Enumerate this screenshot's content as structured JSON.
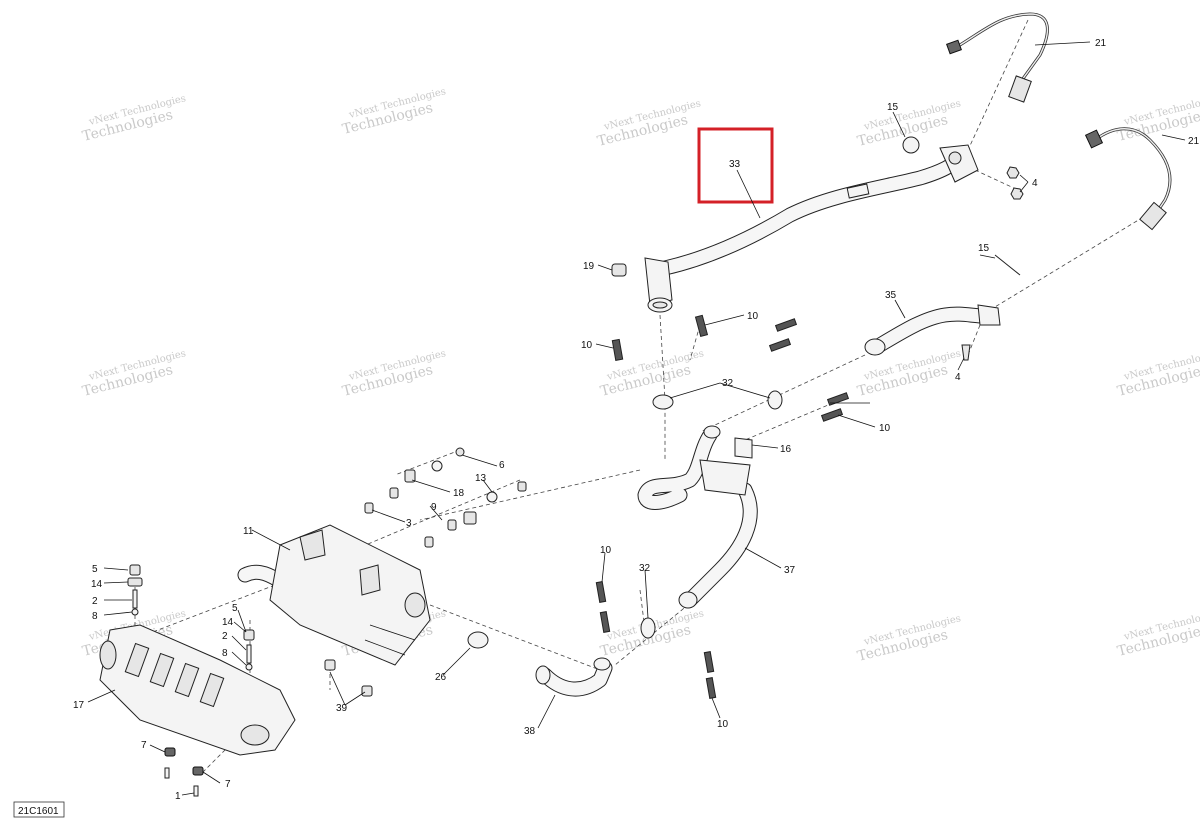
{
  "diagram_code": "21C1601",
  "watermark": {
    "line1": "vNext Technologies",
    "line2": "Technologies"
  },
  "highlight": {
    "label": "33",
    "color": "#d42027"
  },
  "callouts": {
    "c21a": "21",
    "c21b": "21",
    "c15a": "15",
    "c15b": "15",
    "c4a": "4",
    "c4b": "4",
    "c19": "19",
    "c10a": "10",
    "c10b": "10",
    "c10c": "10",
    "c10d": "10",
    "c10e": "10",
    "c35": "35",
    "c32a": "32",
    "c32b": "32",
    "c16": "16",
    "c37": "37",
    "c6": "6",
    "c13": "13",
    "c18": "18",
    "c9": "9",
    "c3": "3",
    "c11": "11",
    "c5a": "5",
    "c14a": "14",
    "c2a": "2",
    "c8a": "8",
    "c5b": "5",
    "c14b": "14",
    "c2b": "2",
    "c8b": "8",
    "c17": "17",
    "c26": "26",
    "c39": "39",
    "c38": "38",
    "c7a": "7",
    "c7b": "7",
    "c1": "1"
  }
}
